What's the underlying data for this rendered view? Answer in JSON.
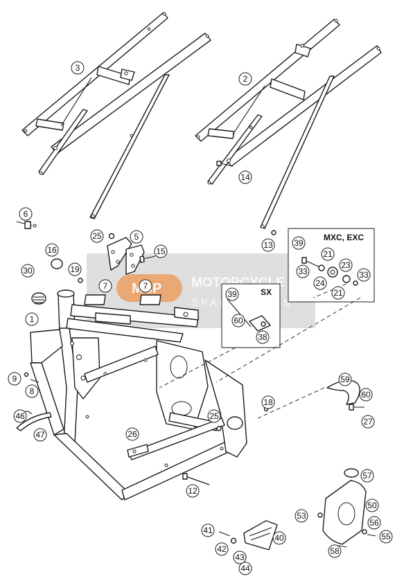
{
  "variant_boxes": {
    "mxc_exc": "MXC, EXC",
    "sx": "SX"
  },
  "watermark": {
    "logo": "MSP",
    "line1": "MOTORCYCLE",
    "line2": "SPARE PARTS",
    "accent_color": "#f08a3a"
  },
  "callouts": [
    {
      "id": "c3",
      "label": "3"
    },
    {
      "id": "c2",
      "label": "2"
    },
    {
      "id": "c14",
      "label": "14"
    },
    {
      "id": "c6",
      "label": "6"
    },
    {
      "id": "c25a",
      "label": "25"
    },
    {
      "id": "c5",
      "label": "5"
    },
    {
      "id": "c15",
      "label": "15"
    },
    {
      "id": "c13",
      "label": "13"
    },
    {
      "id": "c39a",
      "label": "39"
    },
    {
      "id": "c21a",
      "label": "21"
    },
    {
      "id": "c33a",
      "label": "33"
    },
    {
      "id": "c23",
      "label": "23"
    },
    {
      "id": "c24",
      "label": "24"
    },
    {
      "id": "c33b",
      "label": "33"
    },
    {
      "id": "c21b",
      "label": "21"
    },
    {
      "id": "c16",
      "label": "16"
    },
    {
      "id": "c19",
      "label": "19"
    },
    {
      "id": "c30",
      "label": "30"
    },
    {
      "id": "c7a",
      "label": "7"
    },
    {
      "id": "c7b",
      "label": "7"
    },
    {
      "id": "c39b",
      "label": "39"
    },
    {
      "id": "c60a",
      "label": "60"
    },
    {
      "id": "c38",
      "label": "38"
    },
    {
      "id": "c1",
      "label": "1"
    },
    {
      "id": "c9",
      "label": "9"
    },
    {
      "id": "c8",
      "label": "8"
    },
    {
      "id": "c46",
      "label": "46"
    },
    {
      "id": "c47",
      "label": "47"
    },
    {
      "id": "c59",
      "label": "59"
    },
    {
      "id": "c60b",
      "label": "60"
    },
    {
      "id": "c27",
      "label": "27"
    },
    {
      "id": "c18",
      "label": "18"
    },
    {
      "id": "c25b",
      "label": "25"
    },
    {
      "id": "c26",
      "label": "26"
    },
    {
      "id": "c12",
      "label": "12"
    },
    {
      "id": "c57",
      "label": "57"
    },
    {
      "id": "c50",
      "label": "50"
    },
    {
      "id": "c53",
      "label": "53"
    },
    {
      "id": "c56",
      "label": "56"
    },
    {
      "id": "c55",
      "label": "55"
    },
    {
      "id": "c58",
      "label": "58"
    },
    {
      "id": "c41",
      "label": "41"
    },
    {
      "id": "c40",
      "label": "40"
    },
    {
      "id": "c42",
      "label": "42"
    },
    {
      "id": "c43",
      "label": "43"
    },
    {
      "id": "c44",
      "label": "44"
    }
  ]
}
